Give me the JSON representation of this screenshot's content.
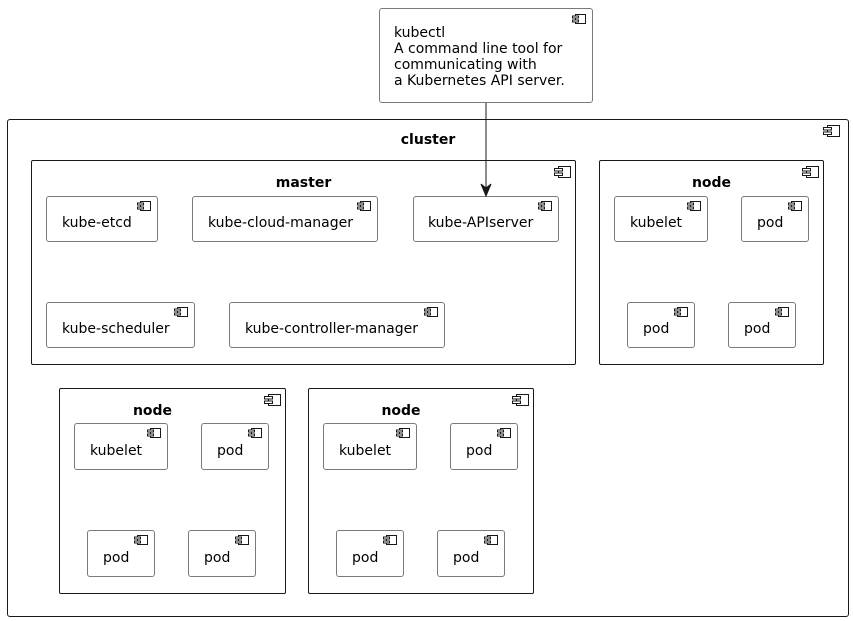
{
  "kubectl": {
    "lines": [
      "kubectl",
      "A command line tool for",
      "communicating with",
      "a Kubernetes API server."
    ]
  },
  "cluster": {
    "title": "cluster",
    "master": {
      "title": "master",
      "components": [
        "kube-etcd",
        "kube-cloud-manager",
        "kube-APIserver",
        "kube-scheduler",
        "kube-controller-manager"
      ]
    },
    "nodes": [
      {
        "title": "node",
        "components": [
          "kubelet",
          "pod",
          "pod",
          "pod"
        ]
      },
      {
        "title": "node",
        "components": [
          "kubelet",
          "pod",
          "pod",
          "pod"
        ]
      },
      {
        "title": "node",
        "components": [
          "kubelet",
          "pod",
          "pod",
          "pod"
        ]
      }
    ]
  },
  "edges": [
    {
      "from": "kubectl",
      "to": "kube-APIserver",
      "arrow": "end"
    }
  ]
}
